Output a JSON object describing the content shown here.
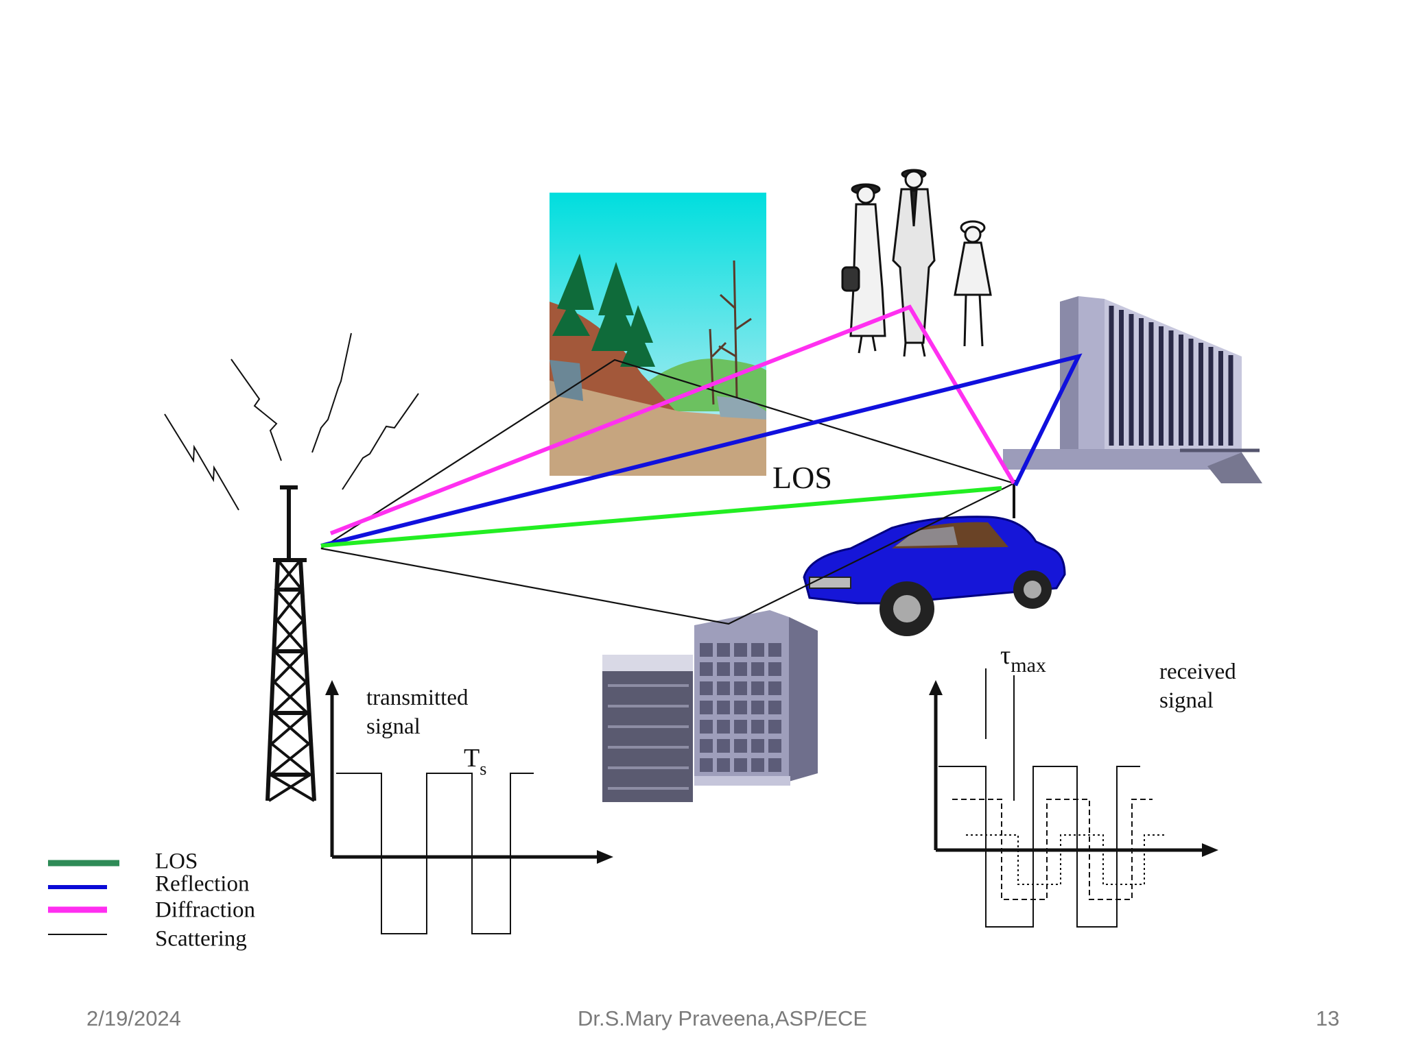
{
  "labels": {
    "los_path": "LOS",
    "transmitted": [
      "transmitted",
      "signal"
    ],
    "symbol_period": {
      "base": "T",
      "sub": "s"
    },
    "tau_max": {
      "base": "τ",
      "sub": "max"
    },
    "received": [
      "received",
      "signal"
    ]
  },
  "legend": [
    {
      "label": "LOS",
      "color": "#2e8b57"
    },
    {
      "label": "Reflection",
      "color": "#0a0ad6"
    },
    {
      "label": "Diffraction",
      "color": "#ff2ef0"
    },
    {
      "label": "Scattering",
      "color": "#111111"
    }
  ],
  "path_colors": {
    "los": "#22ee22",
    "reflection": "#1010dd",
    "diffraction": "#ff30f0",
    "scattering": "#111111"
  },
  "icons": [
    "radio-tower-icon",
    "forest-scene-icon",
    "family-icon",
    "office-building-icon",
    "car-icon",
    "buildings-icon"
  ],
  "footer": {
    "date": "2/19/2024",
    "author": "Dr.S.Mary Praveena,ASP/ECE",
    "page": "13"
  }
}
